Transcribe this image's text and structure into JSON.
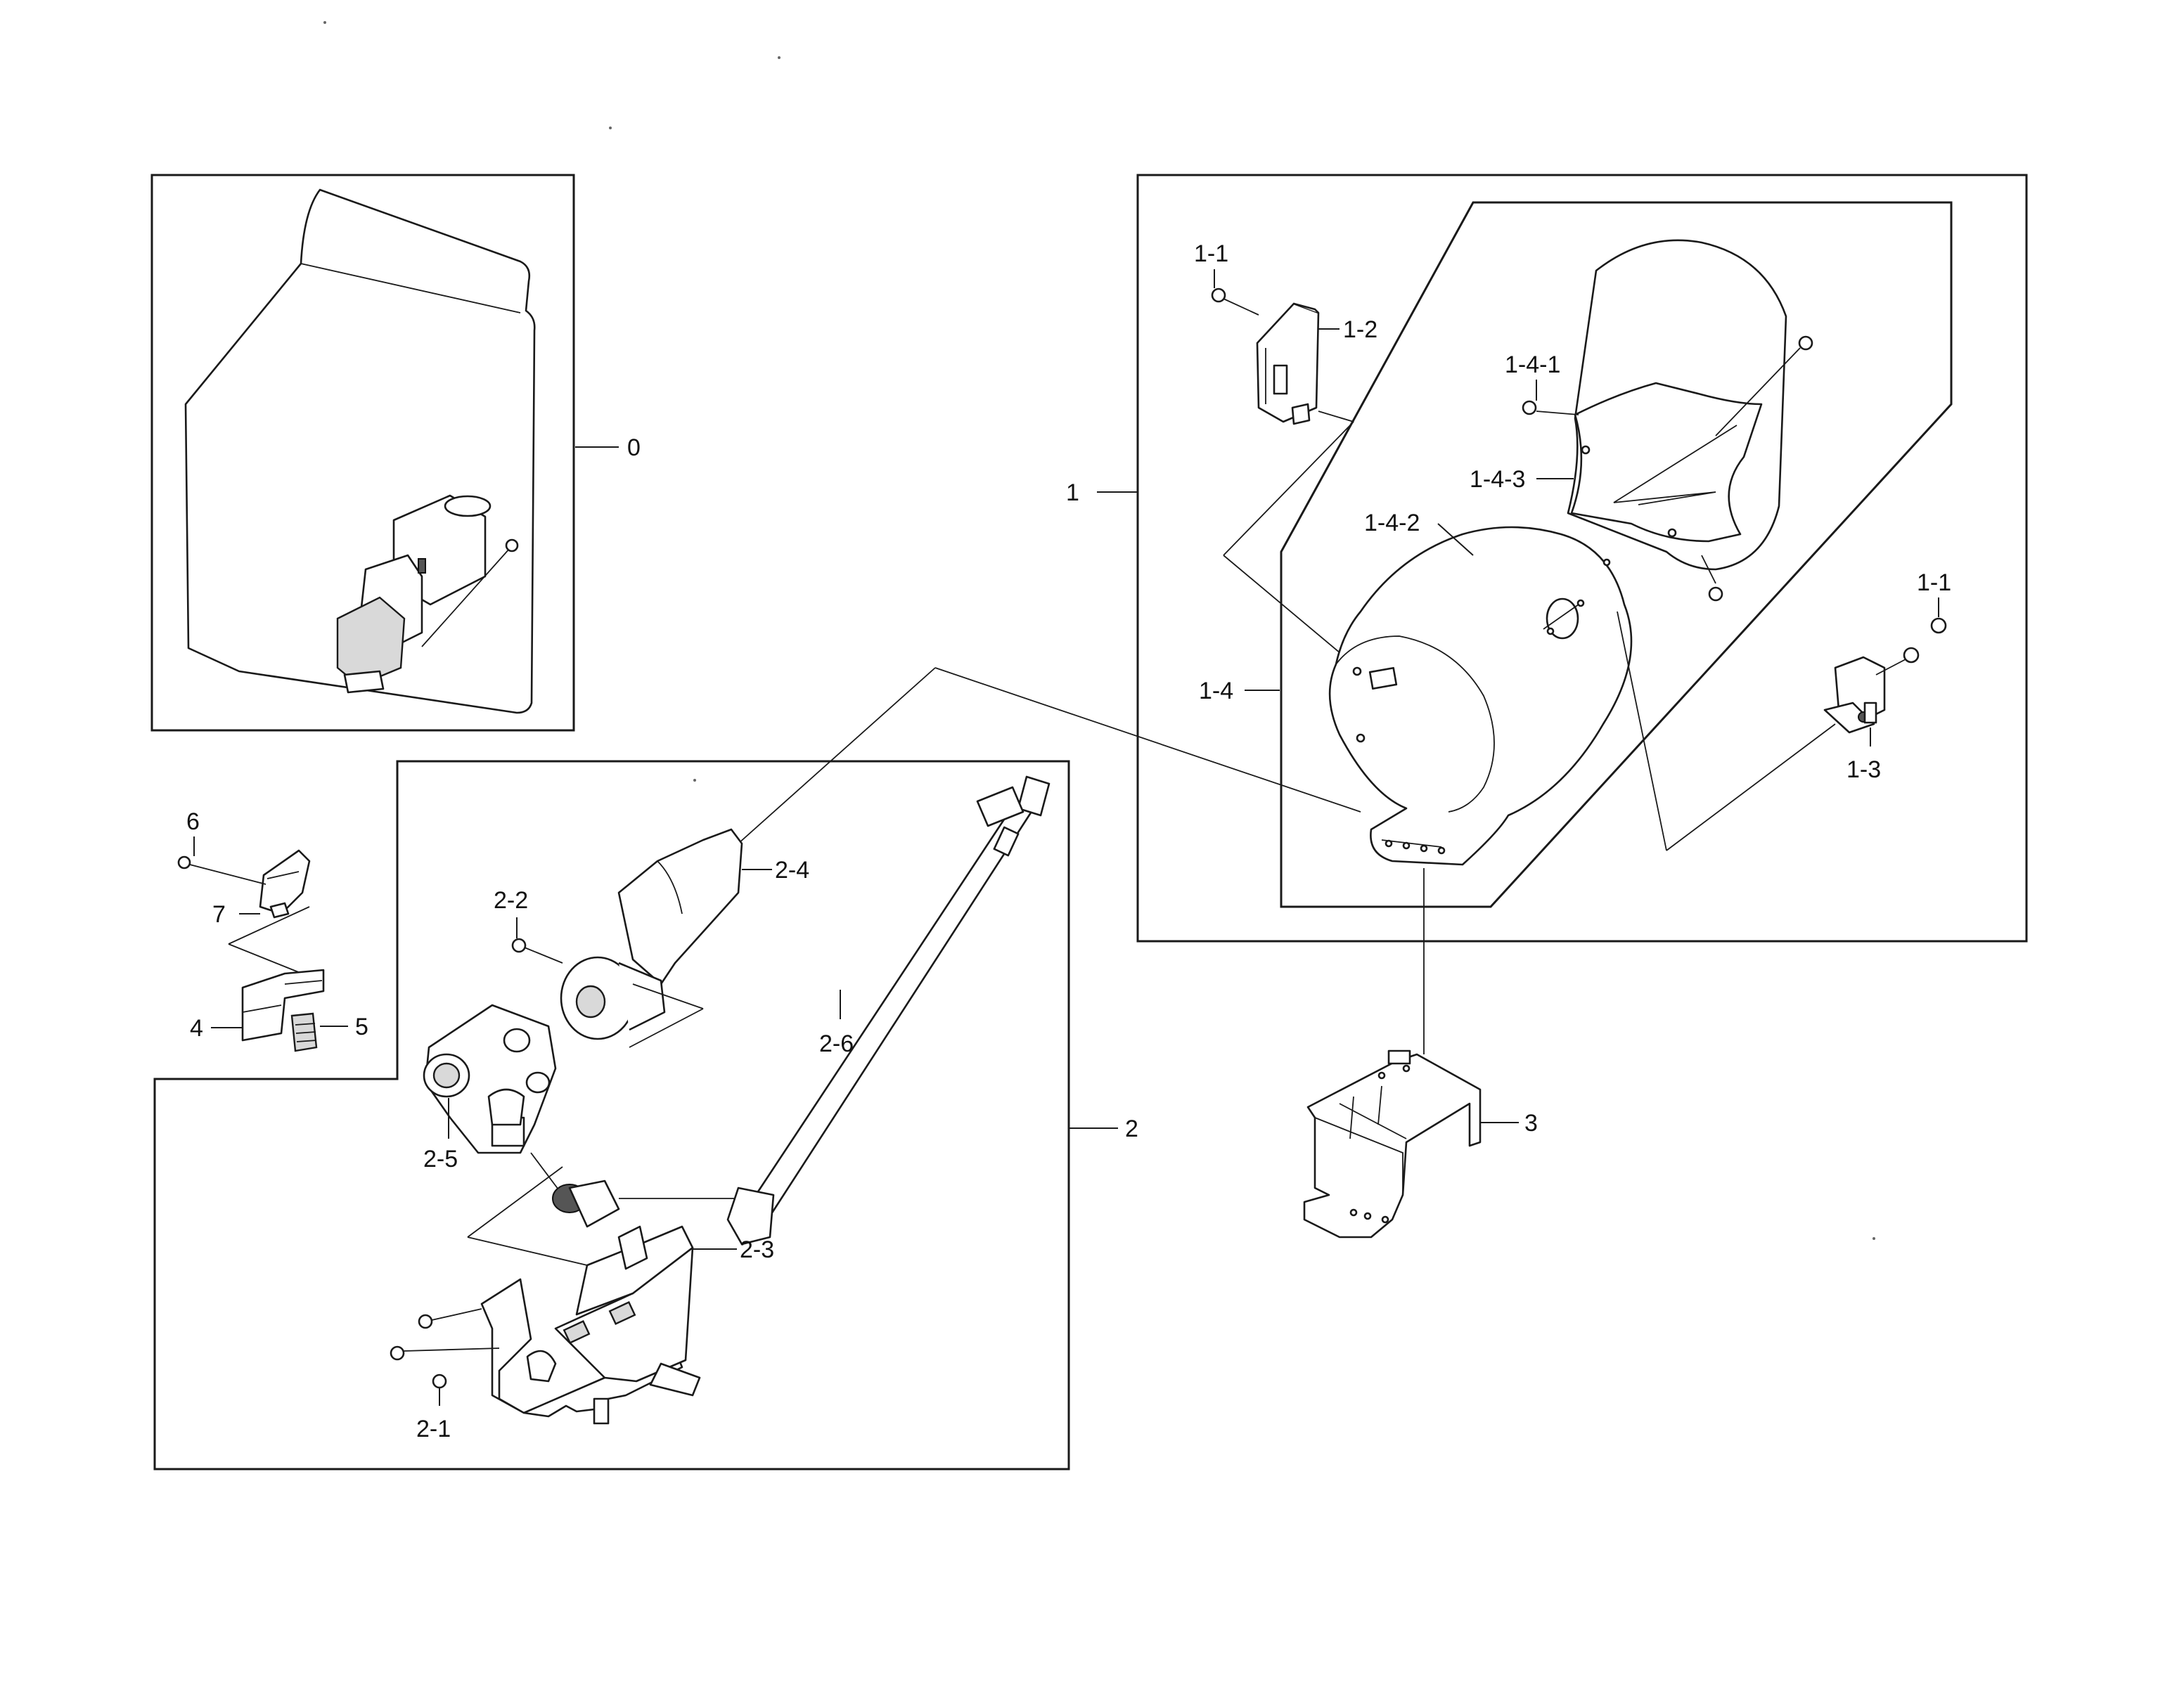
{
  "labels": {
    "l0": "0",
    "l1": "1",
    "l1_1a": "1-1",
    "l1_1b": "1-1",
    "l1_2": "1-2",
    "l1_3": "1-3",
    "l1_4": "1-4",
    "l1_4_1": "1-4-1",
    "l1_4_2": "1-4-2",
    "l1_4_3": "1-4-3",
    "l2": "2",
    "l2_1": "2-1",
    "l2_2": "2-2",
    "l2_3": "2-3",
    "l2_4": "2-4",
    "l2_5": "2-5",
    "l2_6": "2-6",
    "l3": "3",
    "l4": "4",
    "l5": "5",
    "l6": "6",
    "l7": "7"
  }
}
